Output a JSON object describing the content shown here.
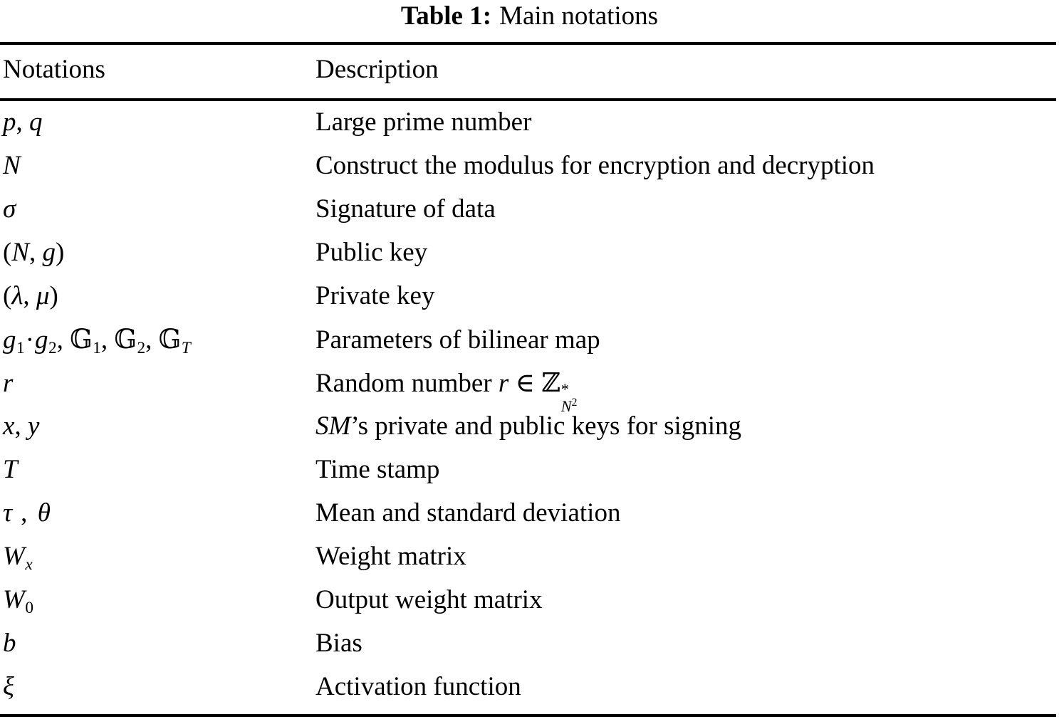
{
  "caption": {
    "label": "Table 1:",
    "text": "Main notations"
  },
  "header": {
    "notations": "Notations",
    "description": "Description"
  },
  "rows": [
    {
      "notation_plain": "p, q",
      "description": "Large prime number"
    },
    {
      "notation_plain": "N",
      "description": "Construct the modulus for encryption and decryption"
    },
    {
      "notation_plain": "σ",
      "description": "Signature of data"
    },
    {
      "notation_plain": "(N, g)",
      "description": "Public key"
    },
    {
      "notation_plain": "(λ, μ)",
      "description": "Private key"
    },
    {
      "notation_plain": "g1·g2, 𝔾1, 𝔾2, 𝔾T",
      "description": "Parameters of bilinear map"
    },
    {
      "notation_plain": "r",
      "description": "Random number r ∈ ℤ*N2"
    },
    {
      "notation_plain": "x, y",
      "description": "SM's private and public keys for signing"
    },
    {
      "notation_plain": "T",
      "description": "Time stamp"
    },
    {
      "notation_plain": "τ, θ",
      "description": "Mean and standard deviation"
    },
    {
      "notation_plain": "Wx",
      "description": "Weight matrix"
    },
    {
      "notation_plain": "W0",
      "description": "Output weight matrix"
    },
    {
      "notation_plain": "b",
      "description": "Bias"
    },
    {
      "notation_plain": "ξ",
      "description": "Activation function"
    }
  ],
  "symbols": {
    "p": "p",
    "q": "q",
    "N": "N",
    "sigma": "σ",
    "g": "g",
    "lambda": "λ",
    "mu": "μ",
    "r": "r",
    "x": "x",
    "y": "y",
    "T": "T",
    "tau": "τ",
    "theta": "θ",
    "W": "W",
    "b": "b",
    "xi": "ξ",
    "blackboard_g": "𝔾",
    "blackboard_z": "ℤ",
    "in": "∈",
    "star": "*",
    "middot": "·",
    "comma": ",",
    "lparen": "(",
    "rparen": ")",
    "one": "1",
    "two": "2",
    "zero": "0"
  },
  "description_fragments": {
    "random_prefix": "Random number ",
    "sm_italic": "SM",
    "sm_rest": "’s private and public keys for signing"
  },
  "colors": {
    "text": "#000000",
    "background": "#ffffff",
    "rule": "#000000"
  }
}
